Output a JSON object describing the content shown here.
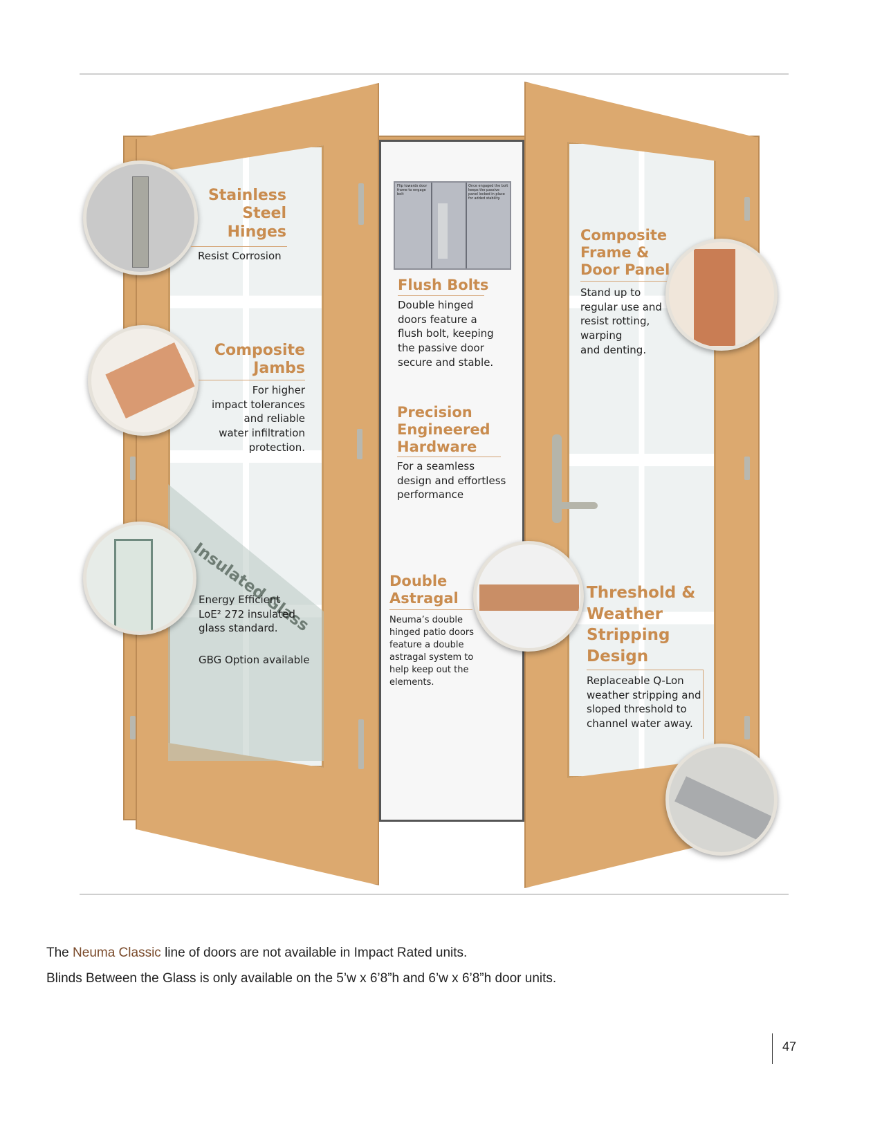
{
  "callouts": {
    "hinges": {
      "heading": [
        "Stainless",
        "Steel",
        "Hinges"
      ],
      "text": [
        "Resist Corrosion"
      ]
    },
    "jambs": {
      "heading": [
        "Composite",
        "Jambs"
      ],
      "text": [
        "For higher",
        "impact tolerances",
        "and reliable",
        "water infiltration",
        "protection."
      ]
    },
    "flush_bolts": {
      "heading": [
        "Flush Bolts"
      ],
      "text": [
        "Double hinged",
        "doors feature a",
        "flush bolt, keeping",
        "the passive door",
        "secure and stable."
      ]
    },
    "flush_bolt_inset": {
      "left_caption": "Flip towards door frame to engage bolt",
      "right_caption": "Once engaged the bolt keeps the passive panel locked in place for added stability."
    },
    "composite_frame": {
      "heading": [
        "Composite",
        "Frame &",
        "Door Panel"
      ],
      "text": [
        "Stand up to",
        "regular use and",
        "resist rotting,",
        "warping",
        "and denting."
      ]
    },
    "hardware": {
      "heading": [
        "Precision",
        "Engineered",
        "Hardware"
      ],
      "text": [
        "For a seamless",
        "design and effortless",
        "performance"
      ]
    },
    "insulated_glass": {
      "glass_label": "Insulated Glass",
      "text": [
        "Energy Efficient",
        "LoE² 272 insulated",
        "glass standard."
      ],
      "option": "GBG Option available"
    },
    "astragal": {
      "heading": [
        "Double",
        "Astragal"
      ],
      "text": [
        "Neuma’s double",
        "hinged patio doors",
        "feature a double",
        "astragal system to",
        "help keep out the",
        "elements."
      ]
    },
    "threshold": {
      "heading": [
        "Threshold &",
        "Weather",
        "Stripping",
        "Design"
      ],
      "text": [
        "Replaceable Q-Lon",
        "weather stripping and",
        "sloped threshold to",
        "channel water away."
      ]
    }
  },
  "footer_notes": {
    "line1_pre": "The ",
    "line1_brand": "Neuma Classic",
    "line1_post": " line of doors are not available in Impact Rated units.",
    "line2": "Blinds Between the Glass is only available on the 5’w x 6’8”h and 6’w x 6’8”h door units."
  },
  "page_number": "47",
  "colors": {
    "heading": "#c98c4f",
    "wood": "#dca96f",
    "brand": "#7a4a2a"
  }
}
